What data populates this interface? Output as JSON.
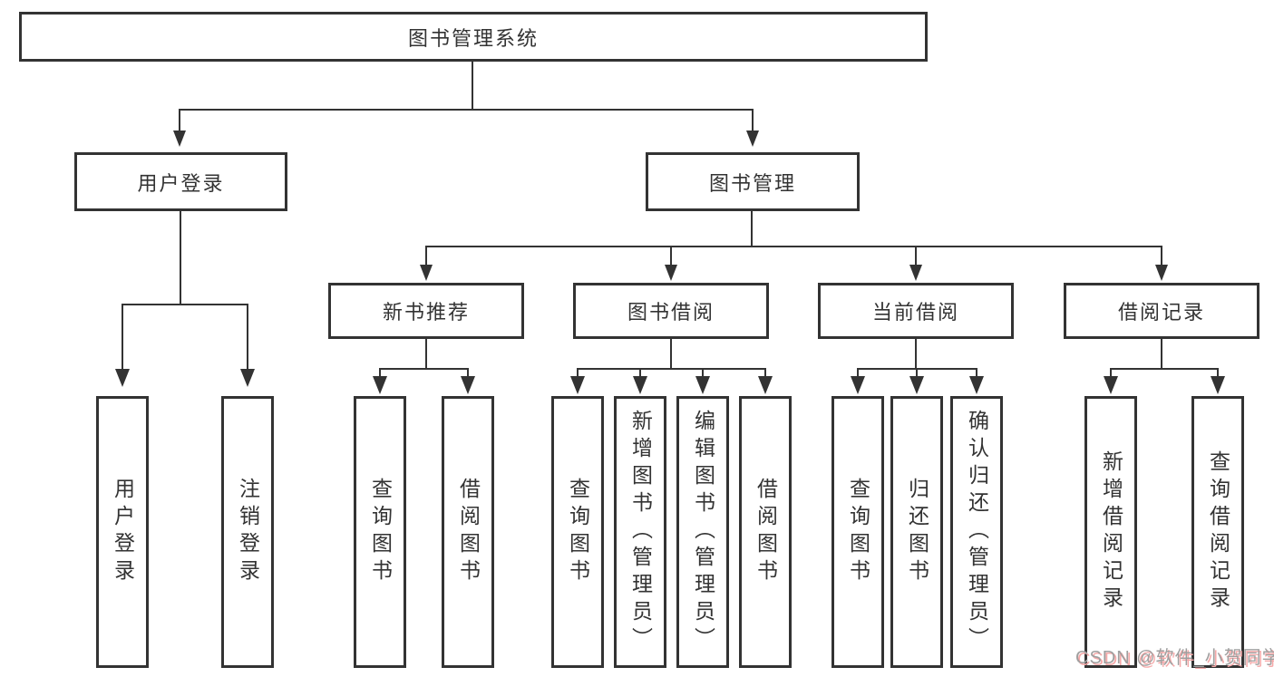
{
  "diagram": {
    "type": "hierarchy-tree",
    "title": "图书管理系统"
  },
  "tree": {
    "root": {
      "label": "图书管理系统",
      "children": [
        {
          "label": "用户登录",
          "children": [
            {
              "label": "用户登录"
            },
            {
              "label": "注销登录"
            }
          ]
        },
        {
          "label": "图书管理",
          "children": [
            {
              "label": "新书推荐",
              "children": [
                {
                  "label": "查询图书"
                },
                {
                  "label": "借阅图书"
                }
              ]
            },
            {
              "label": "图书借阅",
              "children": [
                {
                  "label": "查询图书"
                },
                {
                  "label": "新增图书（管理员）"
                },
                {
                  "label": "编辑图书（管理员）"
                },
                {
                  "label": "借阅图书"
                }
              ]
            },
            {
              "label": "当前借阅",
              "children": [
                {
                  "label": "查询图书"
                },
                {
                  "label": "归还图书"
                },
                {
                  "label": "确认归还（管理员）"
                }
              ]
            },
            {
              "label": "借阅记录",
              "children": [
                {
                  "label": "新增借阅记录"
                },
                {
                  "label": "查询借阅记录"
                }
              ]
            }
          ]
        }
      ]
    }
  },
  "watermark": {
    "text": "CSDN @软件_小贺同学"
  },
  "colors": {
    "line": "#333333",
    "box_border": "#333333",
    "text": "#333333",
    "background": "#ffffff",
    "watermark_text": "#9f9f9f",
    "watermark_shadow": "#f5a9a9"
  }
}
